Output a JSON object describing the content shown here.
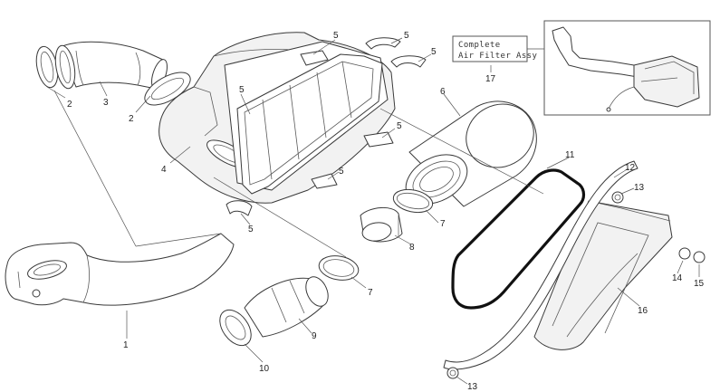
{
  "callouts": {
    "c1": "1",
    "c2a": "2",
    "c2b": "2",
    "c3": "3",
    "c4": "4",
    "c5a": "5",
    "c5b": "5",
    "c5c": "5",
    "c5d": "5",
    "c5e": "5",
    "c5f": "5",
    "c5g": "5",
    "c6": "6",
    "c7a": "7",
    "c7b": "7",
    "c8": "8",
    "c9": "9",
    "c10": "10",
    "c11": "11",
    "c12": "12",
    "c13a": "13",
    "c13b": "13",
    "c14": "14",
    "c15": "15",
    "c16": "16",
    "c17": "17"
  },
  "assembly_box": {
    "line1": "Complete",
    "line2": "Air Filter Assy"
  },
  "colors": {
    "line": "#3a3a3a",
    "gasket": "#111111",
    "background": "#ffffff"
  }
}
